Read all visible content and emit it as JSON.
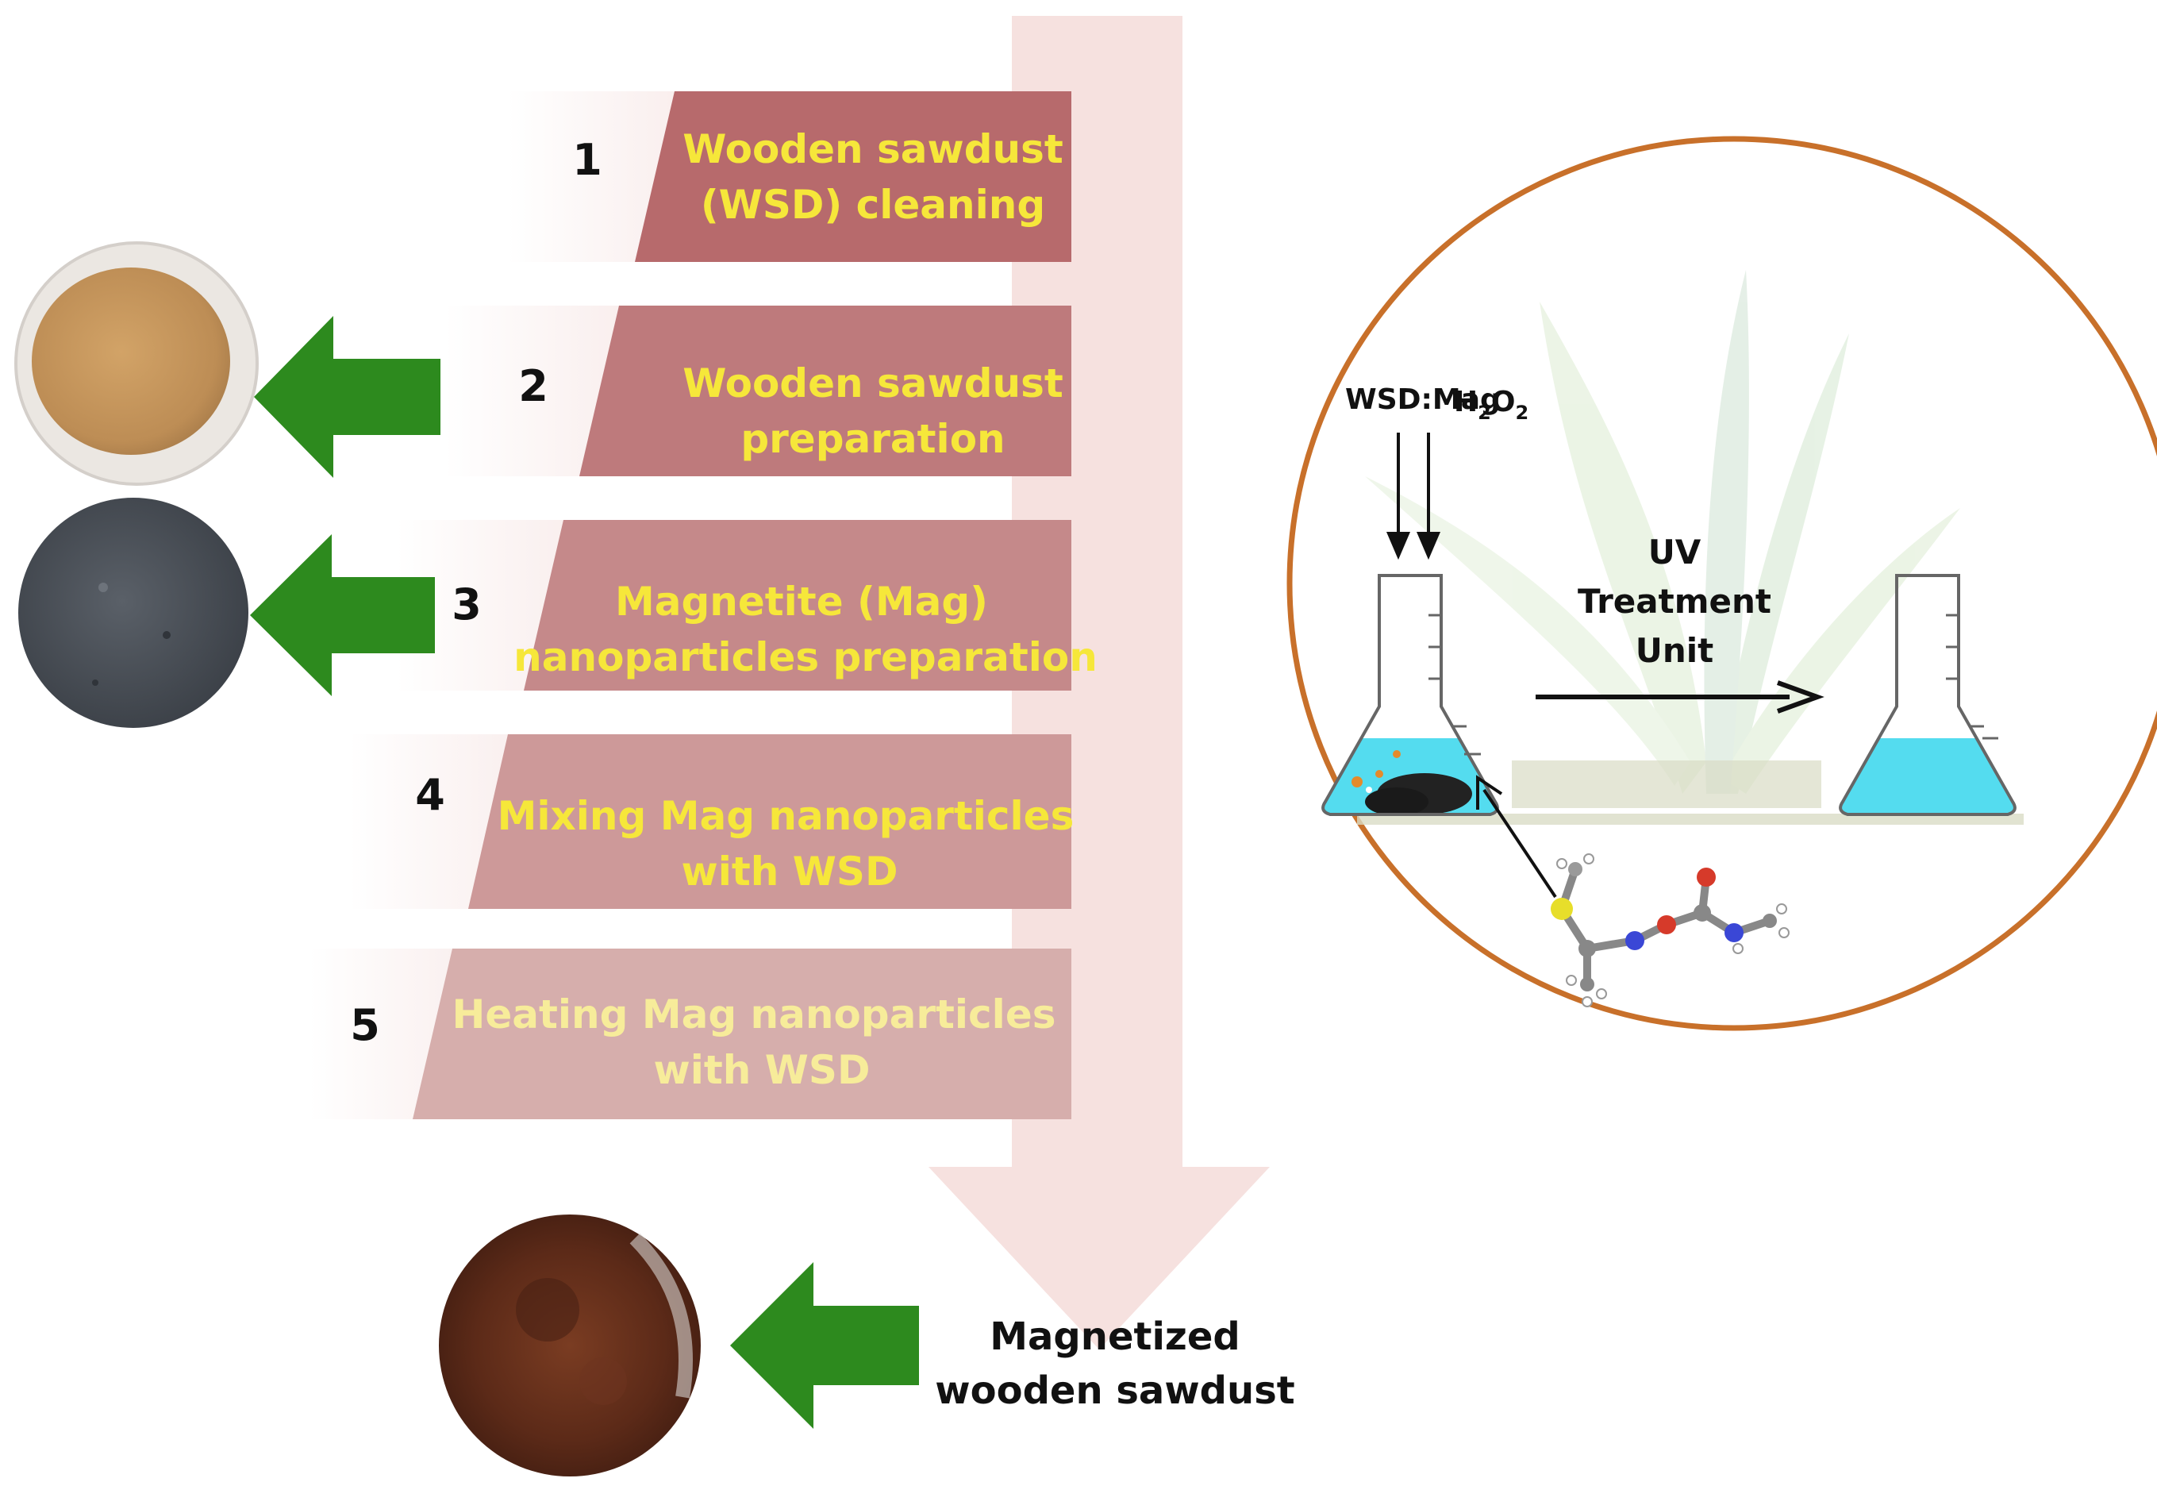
{
  "steps": [
    {
      "number": "1",
      "line1": "Wooden  sawdust",
      "line2": "(WSD) cleaning"
    },
    {
      "number": "2",
      "line1": "Wooden  sawdust",
      "line2": "preparation"
    },
    {
      "number": "3",
      "line1": "Magnetite (Mag)",
      "line2": "nanoparticles preparation"
    },
    {
      "number": "4",
      "line1": "Mixing Mag  nanoparticles",
      "line2": "with WSD"
    },
    {
      "number": "5",
      "line1": "Heating Mag  nanoparticles",
      "line2": "with WSD"
    }
  ],
  "product": {
    "line1": "Magnetized",
    "line2": "wooden sawdust"
  },
  "treatment": {
    "reagent_left": "WSD:Mag",
    "reagent_right_main": "H",
    "reagent_right_sub1": "2",
    "reagent_right_mid": "O",
    "reagent_right_sub2": "2",
    "unit_line1": "UV",
    "unit_line2": "Treatment",
    "unit_line3": "Unit"
  },
  "colors": {
    "step_band_1": "#b76a6c",
    "step_band_2": "#be7a7c",
    "step_band_3": "#c5898a",
    "step_band_4": "#cd9999",
    "step_band_5": "#d6aeac",
    "step_text": "#f6e73a",
    "flow_arrow": "#f6e1df",
    "green_arrow": "#2d8a1e",
    "circle_border": "#c8702a",
    "liquid": "#54dcef"
  },
  "icons": [
    "flow-down-arrow",
    "green-left-arrow",
    "erlenmeyer-flask",
    "molecule",
    "plant-background"
  ]
}
